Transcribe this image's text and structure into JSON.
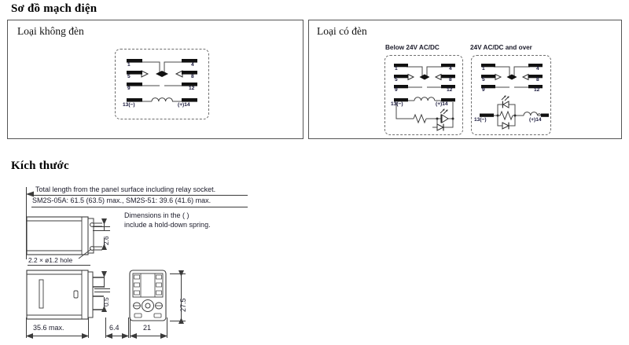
{
  "sections": {
    "circuit_diagram": {
      "heading": "Sơ đồ mạch điện",
      "panels": [
        {
          "title": "Loại không đèn"
        },
        {
          "title": "Loại có đèn"
        }
      ],
      "lamp_variants": [
        {
          "label": "Below 24V AC/DC"
        },
        {
          "label": "24V AC/DC and over"
        }
      ],
      "terminals": {
        "t1": "1",
        "t5": "5",
        "t9": "9",
        "t4": "4",
        "t8": "8",
        "t12": "12",
        "coil_neg": "13(−)",
        "coil_pos": "(+)14"
      }
    },
    "dimensions": {
      "heading": "Kích thước",
      "notes": [
        "Total length from the panel surface including relay socket.",
        "SM2S-05A: 61.5 (63.5) max., SM2S-51: 39.6 (41.6) max."
      ],
      "spring_note_line1": "Dimensions in the (  )",
      "spring_note_line2": "include a hold-down spring.",
      "hole_label": "2.2 × ø1.2 hole",
      "measures": {
        "depth_26": "2.6",
        "gap_05": "0.5",
        "width_356": "35.6 max.",
        "pin_64": "6.4",
        "base_21": "21",
        "height_275": "27.5"
      }
    }
  },
  "colors": {
    "ink": "#1a1a1a",
    "terminal": "#111111",
    "border": "#555555",
    "wire": "#4a4a4a",
    "dash": "#6e6e6e"
  }
}
